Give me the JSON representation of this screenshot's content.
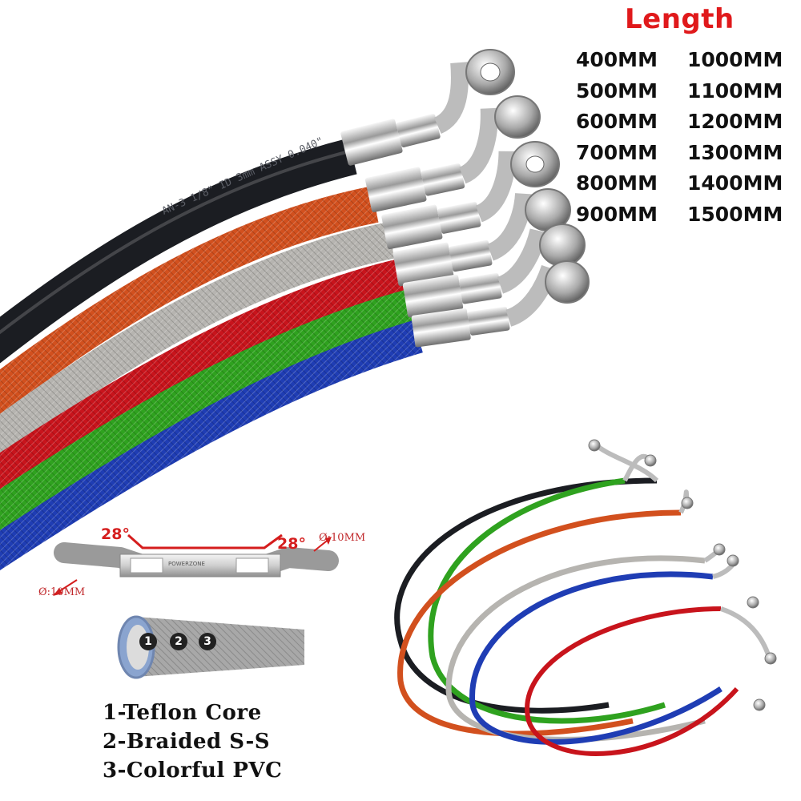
{
  "length_title": "Length",
  "lengths_left": [
    "400MM",
    "500MM",
    "600MM",
    "700MM",
    "800MM",
    "900MM"
  ],
  "lengths_right": [
    "1000MM",
    "1100MM",
    "1200MM",
    "1300MM",
    "1400MM",
    "1500MM"
  ],
  "diagram": {
    "angle_left": "28°",
    "angle_right": "28°",
    "diameter_left": "Ø:10MM",
    "diameter_right": "Ø:10MM",
    "brand": "POWERZONE",
    "layer_numbers": [
      "1",
      "2",
      "3"
    ]
  },
  "legend": [
    "1-Teflon Core",
    "2-Braided S-S",
    "3-Colorful PVC"
  ],
  "hose_colors": {
    "black": "#1b1d22",
    "orange": "#d2501e",
    "silver": "#b6b4b0",
    "red": "#c8141c",
    "green": "#2fa21f",
    "blue": "#1f3db4"
  },
  "hose_print": "AN-3 1/8\" ID 3mm ASSY 0.040\""
}
